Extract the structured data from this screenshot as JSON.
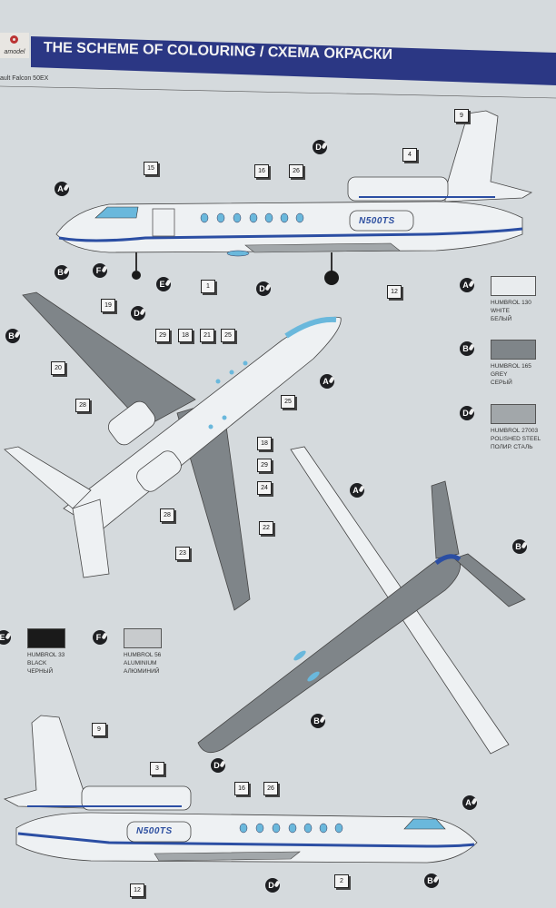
{
  "header": {
    "title": "THE SCHEME OF COLOURING / СХЕМА ОКРАСКИ",
    "logo_text": "amodel"
  },
  "subtitle": "ault Falcon 50EX",
  "registration": "N500TS",
  "colors": {
    "band": "#2b3784",
    "white": "#eef1f3",
    "grey": "#7f8589",
    "steel": "#a2a7aa",
    "black": "#1a1a1a",
    "aluminium": "#c8cbcd",
    "stripe": "#2b4ea3",
    "window": "#6ab8dc"
  },
  "legend": [
    {
      "letter": "A",
      "code": "HUMBROL 130",
      "name_en": "WHITE",
      "name_ru": "БЕЛЫЙ",
      "swatch": "#e9ecee"
    },
    {
      "letter": "B",
      "code": "HUMBROL 165",
      "name_en": "GREY",
      "name_ru": "СЕРЫЙ",
      "swatch": "#7f8589"
    },
    {
      "letter": "D",
      "code": "HUMBROL 27003",
      "name_en": "POLISHED STEEL",
      "name_ru": "ПОЛИР. СТАЛЬ",
      "swatch": "#a2a7aa"
    },
    {
      "letter": "E",
      "code": "HUMBROL 33",
      "name_en": "BLACK",
      "name_ru": "ЧЕРНЫЙ",
      "swatch": "#1a1a1a"
    },
    {
      "letter": "F",
      "code": "HUMBROL 56",
      "name_en": "ALUMINIUM",
      "name_ru": "АЛЮМИНИЙ",
      "swatch": "#c8cbcd"
    }
  ],
  "callouts": {
    "side_top": [
      "15",
      "16",
      "26",
      "4",
      "9",
      "1",
      "12",
      "A",
      "B",
      "F",
      "E",
      "D",
      "D"
    ],
    "plan": [
      "19",
      "D",
      "B",
      "20",
      "29",
      "18",
      "21",
      "25",
      "A",
      "25",
      "28",
      "18",
      "29",
      "24",
      "28",
      "22",
      "23"
    ],
    "bottom": [
      "A",
      "B",
      "B"
    ],
    "side_bottom": [
      "9",
      "3",
      "D",
      "16",
      "26",
      "A",
      "12",
      "D",
      "2",
      "B"
    ]
  }
}
